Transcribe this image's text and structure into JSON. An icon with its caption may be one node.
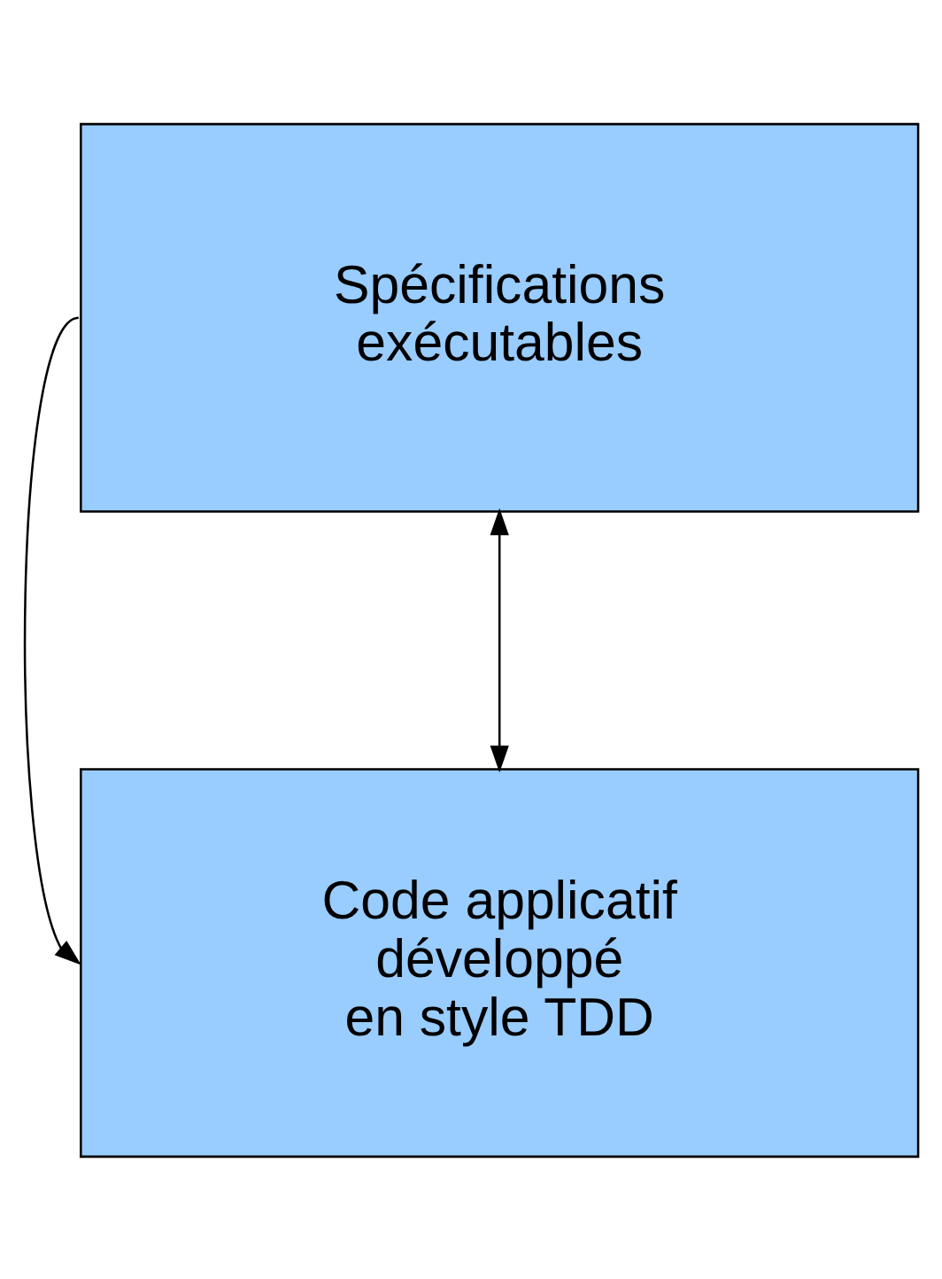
{
  "diagram": {
    "nodes": [
      {
        "text": [
          "Spécifications exécutables"
        ]
      },
      {
        "text": [
          "Code applicatif développé en style TDD"
        ]
      }
    ],
    "edges": [
      {
        "from": 0,
        "to": 1,
        "arrow": "both"
      },
      {
        "from": 0,
        "to": 1,
        "arrow": "to"
      }
    ]
  }
}
